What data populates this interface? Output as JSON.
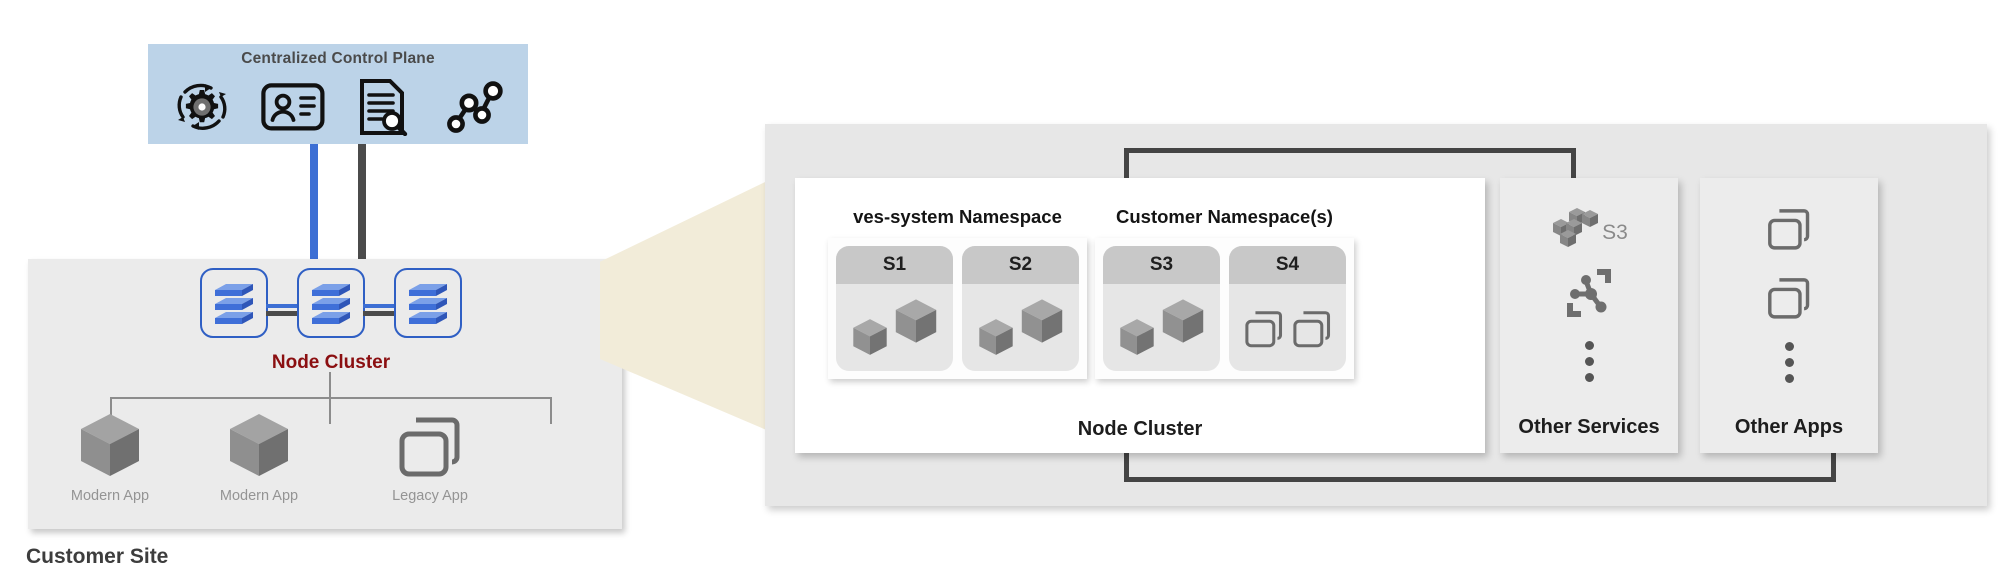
{
  "control_plane": {
    "title": "Centralized Control Plane",
    "background": "#bcd3e8",
    "icons": [
      {
        "name": "gear-sync-icon",
        "label": "gear-sync"
      },
      {
        "name": "identity-card-icon",
        "label": "identity-card"
      },
      {
        "name": "document-search-icon",
        "label": "document-search"
      },
      {
        "name": "service-graph-icon",
        "label": "service-graph"
      }
    ]
  },
  "connectors": {
    "blue_color": "#3d6fd4",
    "gray_color": "#4b4b4b"
  },
  "customer_site": {
    "label": "Customer Site",
    "box_color": "#ebebeb",
    "node_cluster_label": "Node Cluster",
    "node_cluster_label_color": "#8b0f11",
    "nodes": [
      {
        "name": "node-1",
        "icon": "server-stack-icon"
      },
      {
        "name": "node-2",
        "icon": "server-stack-icon"
      },
      {
        "name": "node-3",
        "icon": "server-stack-icon"
      }
    ],
    "apps": [
      {
        "name": "modern-app-1",
        "caption": "Modern App",
        "icon": "cube-icon"
      },
      {
        "name": "modern-app-2",
        "caption": "Modern App",
        "icon": "cube-icon"
      },
      {
        "name": "legacy-app-1",
        "caption": "Legacy App",
        "icon": "window-stack-icon"
      }
    ]
  },
  "funnel": {
    "color": "#f2ecd9"
  },
  "zoom_panel": {
    "background": "#e7e7e7",
    "node_cluster": {
      "label": "Node Cluster",
      "namespaces": [
        {
          "name": "ves-system-namespace",
          "title": "ves-system Namespace",
          "services": [
            {
              "id": "S1",
              "icons": [
                "cube-icon",
                "cube-icon"
              ]
            },
            {
              "id": "S2",
              "icons": [
                "cube-icon",
                "cube-icon"
              ]
            }
          ]
        },
        {
          "name": "customer-namespace",
          "title": "Customer Namespace(s)",
          "services": [
            {
              "id": "S3",
              "icons": [
                "cube-icon",
                "cube-icon"
              ]
            },
            {
              "id": "S4",
              "icons": [
                "window-stack-icon",
                "window-stack-icon"
              ]
            }
          ]
        }
      ]
    },
    "other_services": {
      "caption": "Other Services",
      "items": [
        {
          "name": "s3-storage-icon",
          "label": "S3"
        },
        {
          "name": "network-mesh-icon",
          "label": ""
        },
        {
          "name": "more-dots-icon",
          "label": ""
        }
      ]
    },
    "other_apps": {
      "caption": "Other Apps",
      "items": [
        {
          "name": "window-stack-icon",
          "label": ""
        },
        {
          "name": "window-stack-icon",
          "label": ""
        },
        {
          "name": "more-dots-icon",
          "label": ""
        }
      ]
    }
  }
}
